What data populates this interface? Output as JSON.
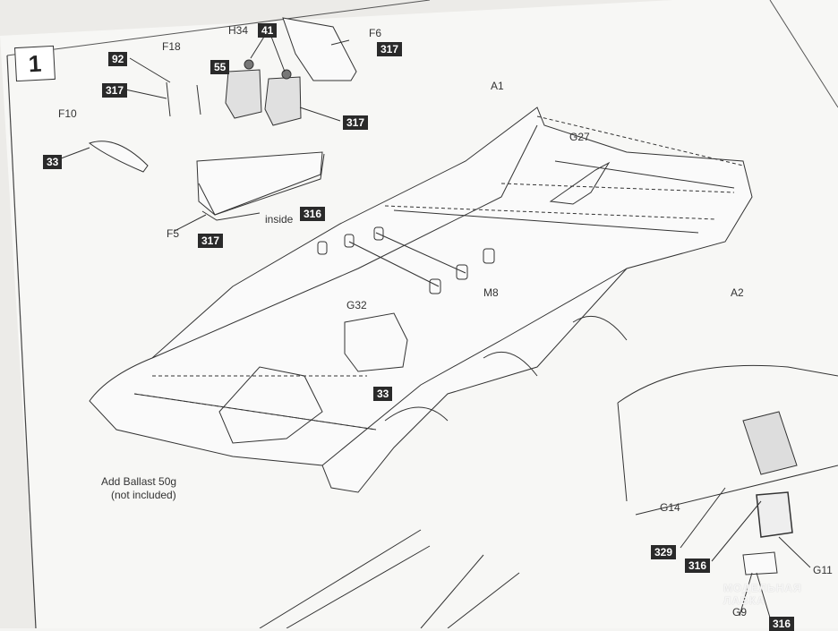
{
  "step_number": "1",
  "labels": {
    "f18": "F18",
    "h34": "H34",
    "f6": "F6",
    "f10": "F10",
    "f5": "F5",
    "inside": "inside",
    "a1": "A1",
    "g27": "G27",
    "a2": "A2",
    "m8": "M8",
    "g32": "G32",
    "g14": "G14",
    "g11": "G11",
    "g9": "G9"
  },
  "paint_codes": {
    "c92": "92",
    "c41": "41",
    "c317a": "317",
    "c55": "55",
    "c317b": "317",
    "c317c": "317",
    "c33a": "33",
    "c317d": "317",
    "c316a": "316",
    "c33b": "33",
    "c329": "329",
    "c316b": "316",
    "c316c": "316"
  },
  "note": {
    "line1": "Add Ballast 50g",
    "line2": "(not included)"
  },
  "watermark": {
    "line1": "МОДЕЛЬНАЯ",
    "line2": "ЛАВКА"
  }
}
